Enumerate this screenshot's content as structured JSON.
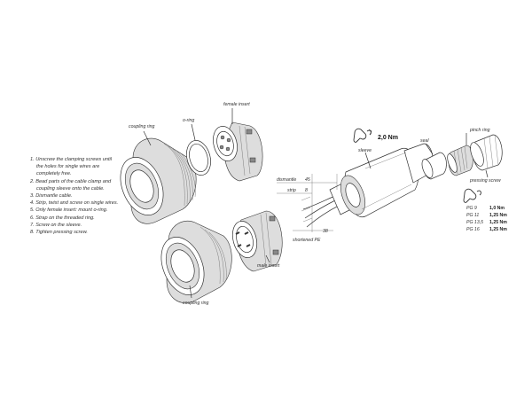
{
  "instructions": [
    "1. Unscrew the clamping screws until",
    "the holes for single wires are",
    "completely free.",
    "2. Bead parts of the cable clamp and",
    "coupling sleeve onto the cable.",
    "3. Dismantle cable.",
    "4. Strip, twist and screw on single wires.",
    "5. Only female insert: mount o-ring.",
    "6. Strap on the threaded ring.",
    "7. Screw on the sleeve.",
    "8. Tighten pressing screw."
  ],
  "labels": {
    "coupling_ring_top": "coupling ring",
    "o_ring": "o-ring",
    "female_insert": "female insert",
    "coupling_ring_bottom": "coupling ring",
    "male_insert": "male insert",
    "sleeve": "sleeve",
    "seal": "seal",
    "pinch_ring": "pinch ring",
    "pressing_screw": "pressing screw"
  },
  "sleeve_torque": "2,0 Nm",
  "dimensions": {
    "dismantle_label": "dismantle",
    "dismantle_value": "45",
    "strip_label": "strip",
    "strip_value": "8",
    "shortened_pe_label": "shortened PE",
    "shortened_pe_value": "38"
  },
  "torque_table": [
    {
      "size": "PG 9",
      "torque": "1,0 Nm"
    },
    {
      "size": "PG 11",
      "torque": "1,25 Nm"
    },
    {
      "size": "PG 13,5",
      "torque": "1,25 Nm"
    },
    {
      "size": "PG 16",
      "torque": "1,25 Nm"
    }
  ],
  "icons": {
    "wrench_sleeve": "wrench-icon",
    "wrench_pressing": "wrench-icon"
  }
}
